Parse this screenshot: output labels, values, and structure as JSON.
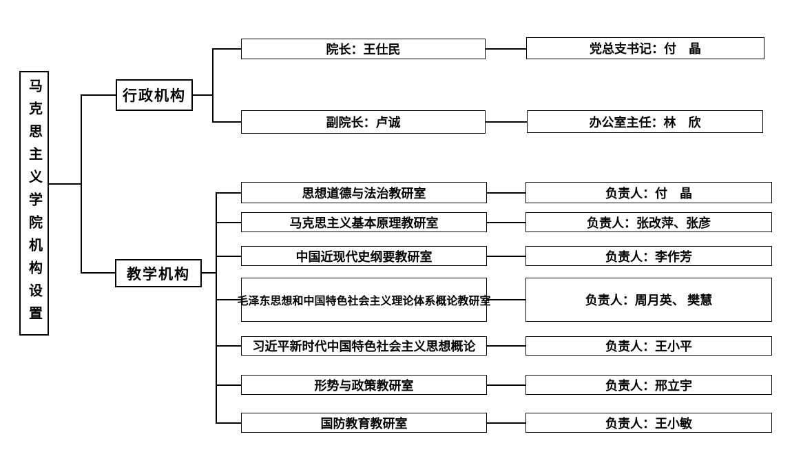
{
  "colors": {
    "background": "#ffffff",
    "line": "#000000",
    "text": "#000000"
  },
  "root": {
    "title": "马克思主义学院机构设置"
  },
  "branches": {
    "admin": {
      "label": "行政机构"
    },
    "teaching": {
      "label": "教学机构"
    }
  },
  "admin_rows": [
    {
      "position": "院长：王仕民",
      "counterpart": "党总支书记：付　晶"
    },
    {
      "position": "副院长：卢诚",
      "counterpart": "办公室主任：林　欣"
    }
  ],
  "teaching_rows": [
    {
      "office": "思想道德与法治教研室",
      "head": "负责人：付　晶"
    },
    {
      "office": "马克思主义基本原理教研室",
      "head": "负责人：张改萍、张彦"
    },
    {
      "office": "中国近现代史纲要教研室",
      "head": "负责人：李作芳"
    },
    {
      "office": "毛泽东思想和中国特色社会主义理论体系概论教研室",
      "head": "负责人：周月英、 樊慧"
    },
    {
      "office": "习近平新时代中国特色社会主义思想概论",
      "head": "负责人：王小平"
    },
    {
      "office": "形势与政策教研室",
      "head": "负责人：邢立宇"
    },
    {
      "office": "国防教育教研室",
      "head": "负责人：王小敏"
    }
  ]
}
